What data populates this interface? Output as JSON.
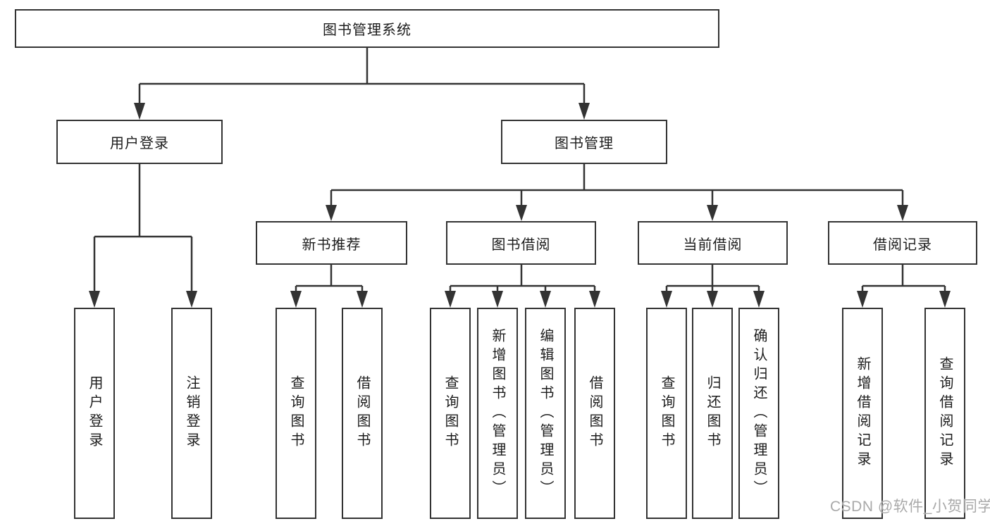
{
  "diagram": {
    "type": "hierarchy-tree",
    "root": {
      "label": "图书管理系统",
      "children": [
        {
          "label": "用户登录",
          "children": [
            {
              "label": "用户登录"
            },
            {
              "label": "注销登录"
            }
          ]
        },
        {
          "label": "图书管理",
          "children": [
            {
              "label": "新书推荐",
              "children": [
                {
                  "label": "查询图书"
                },
                {
                  "label": "借阅图书"
                }
              ]
            },
            {
              "label": "图书借阅",
              "children": [
                {
                  "label": "查询图书"
                },
                {
                  "label": "新增图书（管理员）"
                },
                {
                  "label": "编辑图书（管理员）"
                },
                {
                  "label": "借阅图书"
                }
              ]
            },
            {
              "label": "当前借阅",
              "children": [
                {
                  "label": "查询图书"
                },
                {
                  "label": "归还图书"
                },
                {
                  "label": "确认归还（管理员）"
                }
              ]
            },
            {
              "label": "借阅记录",
              "children": [
                {
                  "label": "新增借阅记录"
                },
                {
                  "label": "查询借阅记录"
                }
              ]
            }
          ]
        }
      ]
    },
    "colors": {
      "line": "#333333",
      "box_border": "#333333",
      "box_fill": "#ffffff",
      "text": "#1c1c1c",
      "watermark": "#a9a9a9"
    }
  },
  "watermark": {
    "text": "CSDN @软件_小贺同学"
  }
}
